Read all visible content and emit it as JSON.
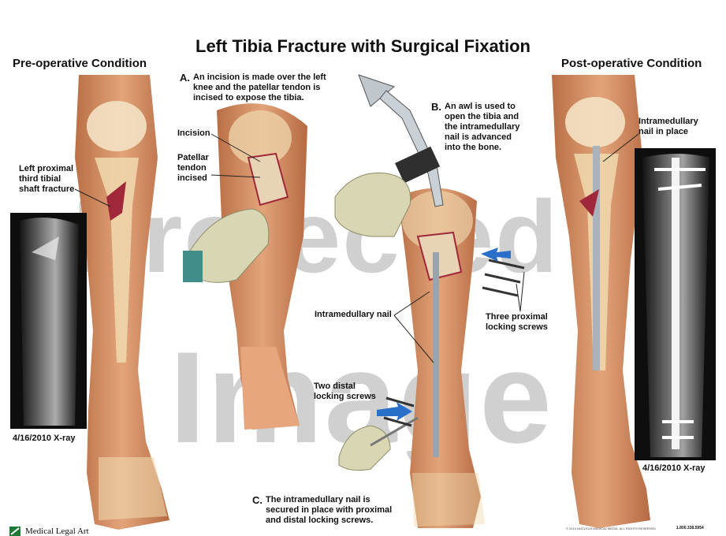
{
  "title": "Left Tibia Fracture with Surgical Fixation",
  "pre_op": {
    "heading": "Pre-operative Condition",
    "fracture_label": "Left proximal\nthird tibial\nshaft fracture",
    "xray_caption": "4/16/2010 X-ray"
  },
  "post_op": {
    "heading": "Post-operative Condition",
    "nail_label": "Intramedullary\nnail in place",
    "xray_caption": "4/16/2010 X-ray"
  },
  "step_a": {
    "letter": "A.",
    "text": "An incision is made over the left\nknee and the patellar tendon is\nincised to expose the tibia.",
    "incision_label": "Incision",
    "tendon_label": "Patellar\ntendon\nincised"
  },
  "step_b": {
    "letter": "B.",
    "text": "An awl is used to\nopen the tibia and\nthe intramedullary\nnail is advanced\ninto the bone.",
    "nail_label": "Intramedullary nail",
    "screws_label": "Three proximal\nlocking screws",
    "distal_label": "Two distal\nlocking screws"
  },
  "step_c": {
    "letter": "C.",
    "text": "The intramedullary nail is\nsecured in place with proximal\nand distal locking screws."
  },
  "footer": {
    "brand": "Medical Legal Art",
    "copyright": "© 2010 NUCLEUS MEDICAL MEDIA. ALL RIGHTS RESERVED",
    "phone": "1.800.338.5954"
  },
  "watermark": {
    "line1": "Protected",
    "line2": "Image"
  },
  "colors": {
    "skin": "#d9956a",
    "bone": "#f1dcb4",
    "fracture": "#a0283a",
    "arrow": "#2a6fc9",
    "xray_bg": "#0e0e0e",
    "glove": "#d9d6b4"
  }
}
